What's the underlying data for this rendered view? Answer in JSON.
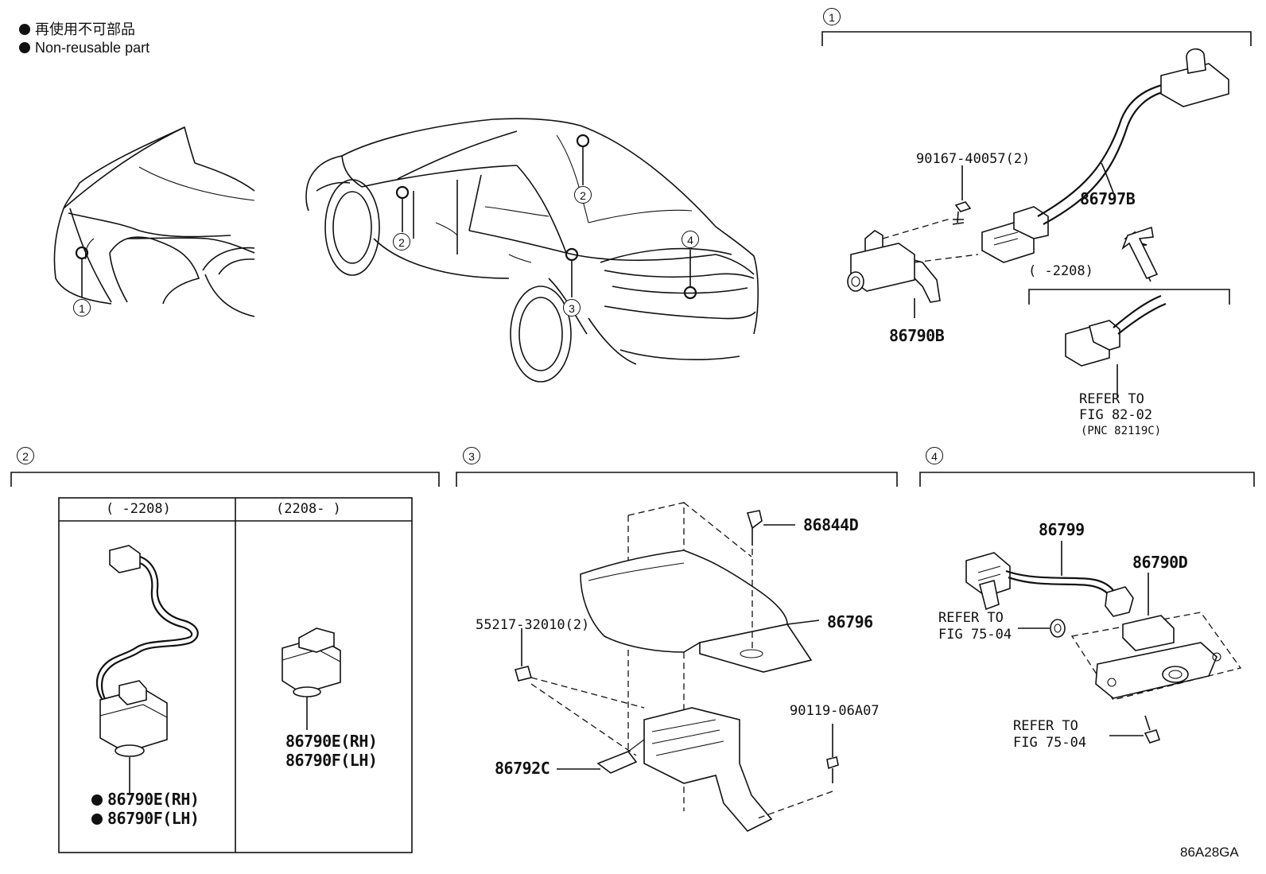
{
  "legend": {
    "jp": "再使用不可部品",
    "en": "Non-reusable part"
  },
  "figure_code": "86A28GA",
  "overview": {
    "front_callout": "1",
    "car_callouts": [
      "2",
      "2",
      "3",
      "4"
    ]
  },
  "section1": {
    "index": "1",
    "bolt": "90167-40057(2)",
    "harness": "86797B",
    "camera": "86790B",
    "date_range": "(     -2208)",
    "refer": [
      "REFER TO",
      "FIG 82-02",
      "(PNC 82119C)"
    ]
  },
  "section2": {
    "index": "2",
    "col_left_header": "(     -2208)",
    "col_right_header": "(2208-     )",
    "left_parts": [
      "86790E(RH)",
      "86790F(LH)"
    ],
    "right_parts": [
      "86790E(RH)",
      "86790F(LH)"
    ]
  },
  "section3": {
    "index": "3",
    "clip": "86844D",
    "cover": "86796",
    "nut": "55217-32010(2)",
    "screw": "90119-06A07",
    "bracket": "86792C"
  },
  "section4": {
    "index": "4",
    "harness": "86799",
    "camera": "86790D",
    "refer_a": [
      "REFER TO",
      "FIG 75-04"
    ],
    "refer_b": [
      "REFER TO",
      "FIG 75-04"
    ]
  }
}
